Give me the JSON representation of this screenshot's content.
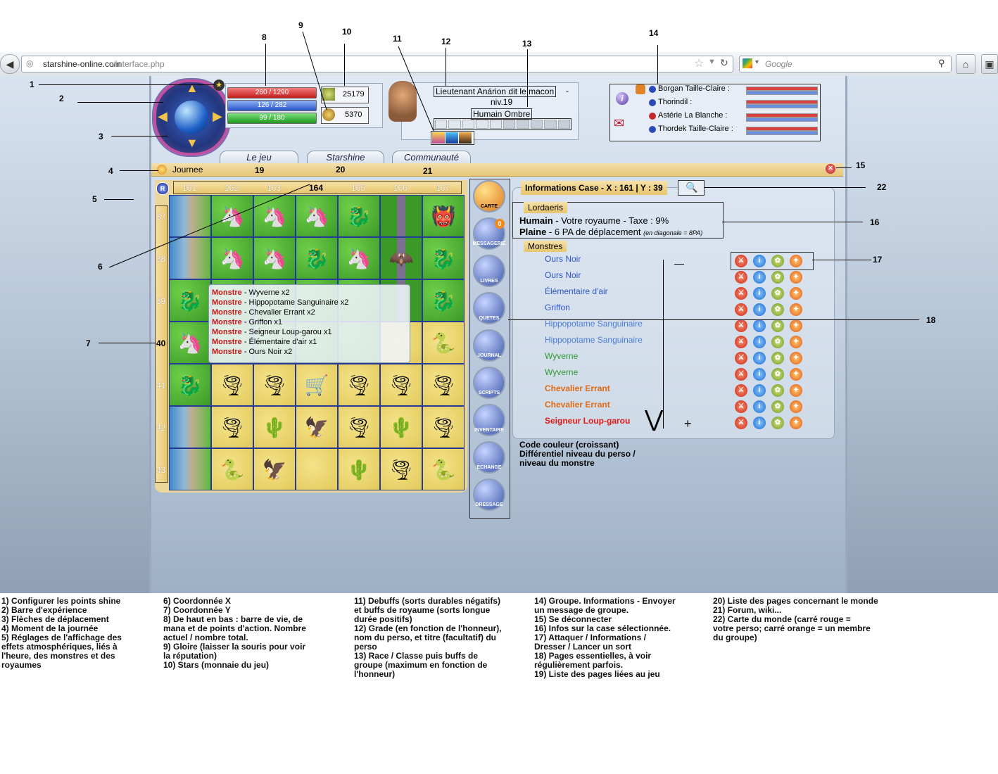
{
  "browser": {
    "url_domain": "starshine-online.com",
    "url_path": "/interface.php",
    "search_placeholder": "Google"
  },
  "stats": {
    "hp": "260 / 1290",
    "mana": "126 / 282",
    "pa": "99 / 180",
    "stars": "25179",
    "gloire": "5370",
    "hp_fill": 0.2,
    "mana_fill": 0.45,
    "pa_fill": 0.55
  },
  "character": {
    "grade_name": "Lieutenant Anárion dit le macon",
    "sep": "-",
    "level": "niv.19",
    "race_class": "Humain Ombre"
  },
  "group": {
    "members": [
      {
        "name": "Borgan Taille-Claire :"
      },
      {
        "name": "Thorindil :"
      },
      {
        "name": "Astérie La Blanche :"
      },
      {
        "name": "Thordek Taille-Claire :"
      }
    ]
  },
  "tabs": [
    "Le jeu",
    "Starshine",
    "Communauté"
  ],
  "time_of_day": "Journee",
  "coords": {
    "x": [
      "161",
      "162",
      "163",
      "164",
      "165",
      "166",
      "167"
    ],
    "y": [
      "37",
      "38",
      "39",
      "40",
      "41",
      "42",
      "43"
    ]
  },
  "tooltip": {
    "label": "Monstre",
    "lines": [
      " - Wyverne x2",
      " - Hippopotame Sanguinaire x2",
      " - Chevalier Errant x2",
      " - Griffon x1",
      " - Seigneur Loup-garou x1",
      " - Élémentaire d'air x1",
      " - Ours Noir x2"
    ]
  },
  "side_buttons": [
    "CARTE",
    "MESSAGERIE",
    "LIVRES",
    "QUETES",
    "JOURNAL",
    "SCRIPTS",
    "INVENTAIRE",
    "ECHANGE",
    "DRESSAGE"
  ],
  "message_count": "0",
  "info": {
    "title": "Informations Case - X : 161 | Y : 39",
    "kingdom": "Lordaeris",
    "race_bold": "Humain",
    "race_rest": " - Votre royaume - Taxe : 9%",
    "terrain_bold": "Plaine",
    "terrain_rest": " - 6 PA de déplacement ",
    "terrain_note": "(en diagonale = 8PA)",
    "monsters_header": "Monstres"
  },
  "monsters": [
    {
      "name": "Ours Noir",
      "color": "#2e56c9"
    },
    {
      "name": "Ours Noir",
      "color": "#2e56c9"
    },
    {
      "name": "Élémentaire d'air",
      "color": "#2e56c9"
    },
    {
      "name": "Griffon",
      "color": "#2e56c9"
    },
    {
      "name": "Hippopotame Sanguinaire",
      "color": "#4a7bd9"
    },
    {
      "name": "Hippopotame Sanguinaire",
      "color": "#4a7bd9"
    },
    {
      "name": "Wyverne",
      "color": "#2e9a33"
    },
    {
      "name": "Wyverne",
      "color": "#2e9a33"
    },
    {
      "name": "Chevalier Errant",
      "color": "#e06a12"
    },
    {
      "name": "Chevalier Errant",
      "color": "#e06a12"
    },
    {
      "name": "Seigneur Loup-garou",
      "color": "#e01818"
    }
  ],
  "color_code": {
    "line1": "Code couleur (croissant)",
    "line2": "Différentiel niveau du perso /",
    "line3": "niveau du monstre",
    "minus": "—",
    "plus": "+"
  },
  "annotations": [
    "1",
    "2",
    "3",
    "4",
    "5",
    "6",
    "7",
    "8",
    "9",
    "10",
    "11",
    "12",
    "13",
    "14",
    "15",
    "16",
    "17",
    "18",
    "19",
    "20",
    "21",
    "22"
  ],
  "legend": [
    "1) Configurer les points shine\n2) Barre d'expérience\n3) Flèches de déplacement\n4) Moment de la journée\n5) Réglages de l'affichage des\neffets atmosphériques, liés à\nl'heure, des monstres et des\nroyaumes",
    "6) Coordonnée X\n7) Coordonnée Y\n8) De haut en bas : barre de vie, de\nmana et de points d'action. Nombre\nactuel / nombre total.\n9) Gloire (laisser la souris pour voir\nla réputation)\n10) Stars (monnaie du jeu)",
    "11) Debuffs (sorts durables négatifs)\net buffs de royaume (sorts longue\ndurée positifs)\n12) Grade (en fonction de l'honneur),\nnom du perso, et titre (facultatif) du\nperso\n13) Race / Classe puis buffs de\ngroupe (maximum en fonction de\nl'honneur)",
    "14) Groupe. Informations - Envoyer\nun message de groupe.\n15) Se déconnecter\n16) Infos sur la case sélectionnée.\n17) Attaquer / Informations /\nDresser / Lancer un sort\n18) Pages essentielles, à voir\nrégulièrement parfois.\n19) Liste des pages liées au jeu",
    "20) Liste des pages concernant le monde\n21) Forum, wiki...\n22) Carte du monde (carré rouge =\nvotre perso; carré orange = un membre\ndu groupe)"
  ]
}
